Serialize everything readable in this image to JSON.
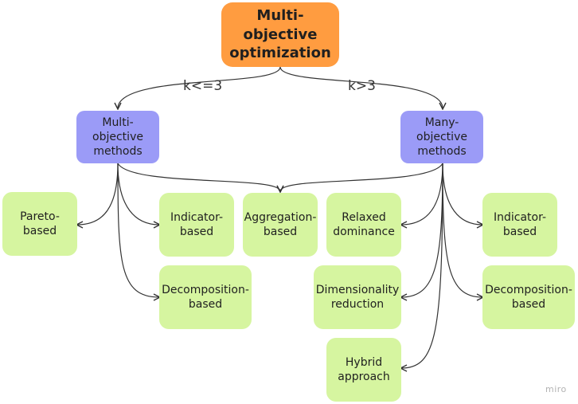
{
  "root": {
    "label": "Multi-objective\noptimization",
    "color": "#ff9c40"
  },
  "branches": {
    "left_condition": "k<=3",
    "right_condition": "k>3"
  },
  "categories": {
    "multi": "Multi-\nobjective\nmethods",
    "many": "Many-\nobjective\nmethods",
    "color": "#9b9bf7"
  },
  "methods": {
    "pareto": "Pareto-\nbased",
    "indicator_multi": "Indicator-\nbased",
    "decomposition_multi": "Decomposition-\nbased",
    "aggregation": "Aggregation-\nbased",
    "relaxed": "Relaxed\ndominance",
    "dimensionality": "Dimensionality\nreduction",
    "hybrid": "Hybrid\napproach",
    "indicator_many": "Indicator-\nbased",
    "decomposition_many": "Decomposition-\nbased",
    "color": "#d6f5a0"
  },
  "watermark": "miro"
}
